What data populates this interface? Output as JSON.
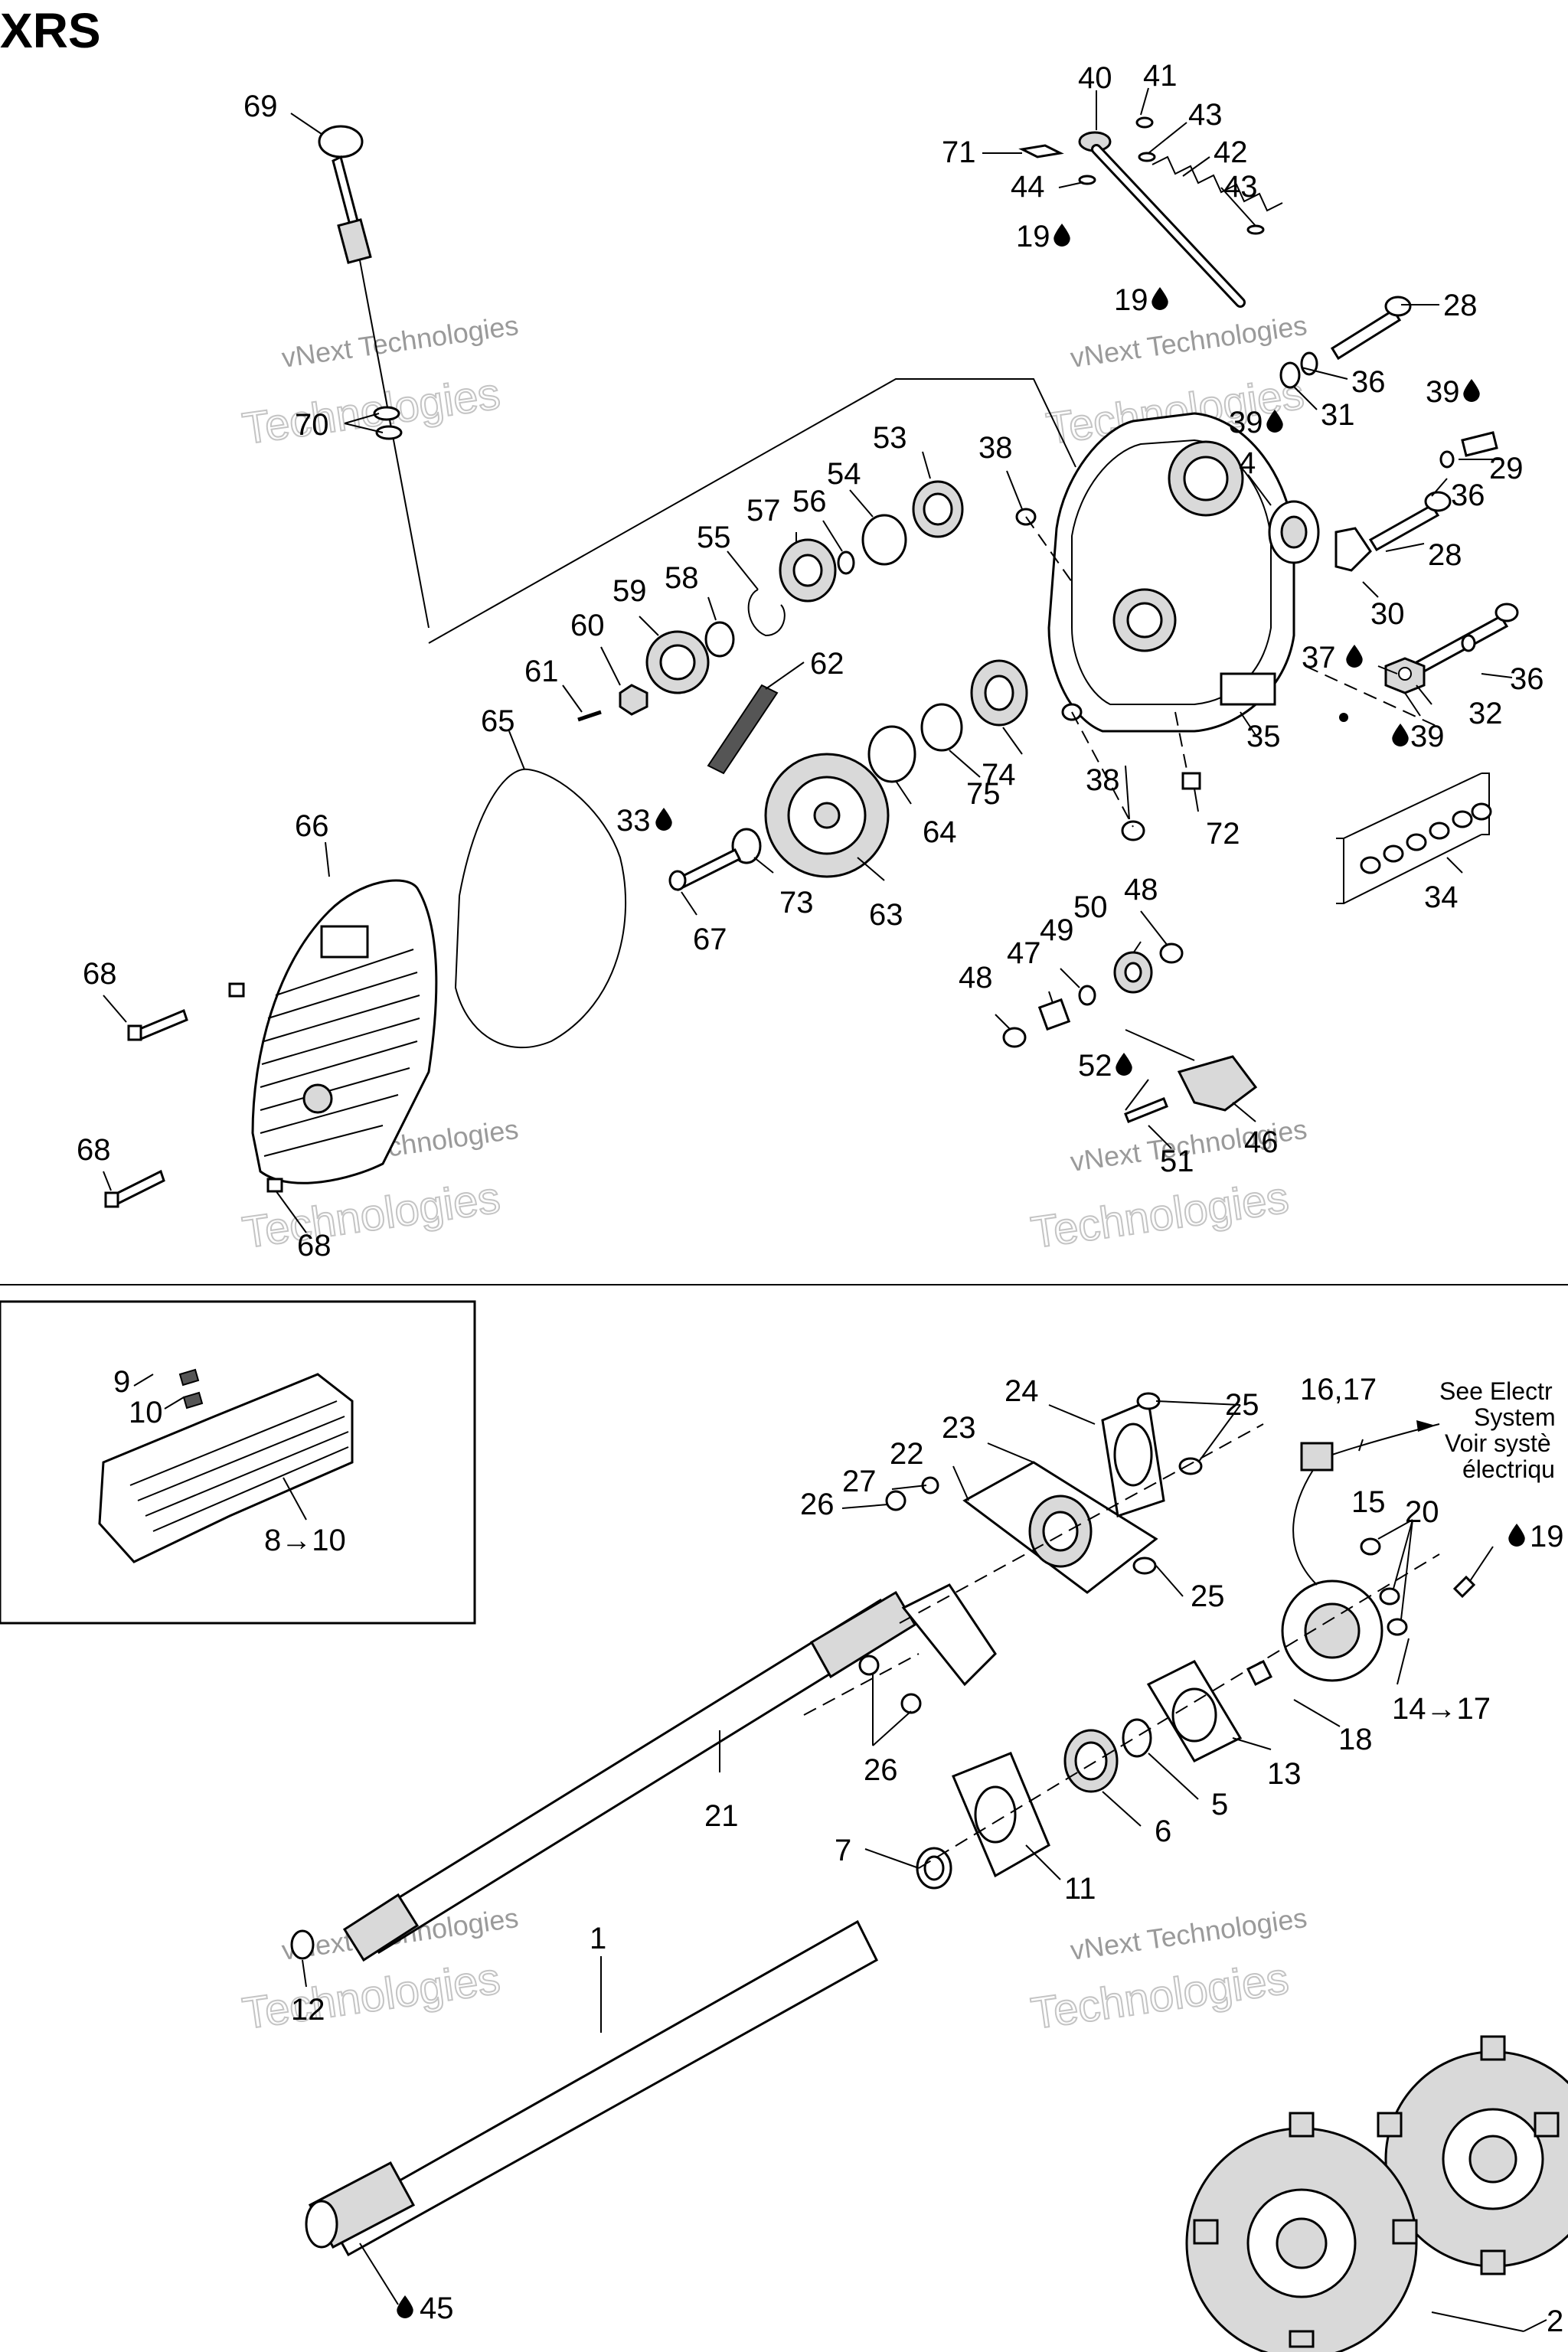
{
  "title": "XRS",
  "watermark": {
    "line1": "vNext Technologies",
    "line2": "Technologies"
  },
  "callouts": {
    "p69": "69",
    "p70": "70",
    "p40": "40",
    "p41": "41",
    "p43a": "43",
    "p42": "42",
    "p71": "71",
    "p44": "44",
    "p43b": "43",
    "p19a": "19",
    "p19b": "19",
    "p28a": "28",
    "p36a": "36",
    "p31": "31",
    "p39a": "39",
    "p39b": "39",
    "p29": "29",
    "p36b": "36",
    "p4": "4",
    "p28b": "28",
    "p30": "30",
    "p53": "53",
    "p38a": "38",
    "p54": "54",
    "p57": "57",
    "p56": "56",
    "p55": "55",
    "p59": "59",
    "p58": "58",
    "p60": "60",
    "p61": "61",
    "p62": "62",
    "p37": "37",
    "p36c": "36",
    "p32": "32",
    "p39c": "39",
    "p35": "35",
    "p65": "65",
    "p74": "74",
    "p75": "75",
    "p38b": "38",
    "p72": "72",
    "p33": "33",
    "p64": "64",
    "p73": "73",
    "p63": "63",
    "p34": "34",
    "p66": "66",
    "p67": "67",
    "p48a": "48",
    "p50": "50",
    "p49": "49",
    "p47": "47",
    "p48b": "48",
    "p68a": "68",
    "p52": "52",
    "p46": "46",
    "p51": "51",
    "p68b": "68",
    "p68c": "68",
    "p9": "9",
    "p10": "10",
    "p8_10": "8→10",
    "p24": "24",
    "p25a": "25",
    "p16_17": "16,17",
    "p23": "23",
    "p22": "22",
    "p27": "27",
    "p26a": "26",
    "p15": "15",
    "p20": "20",
    "p19c": "19",
    "p25b": "25",
    "p14_17": "14→17",
    "p18": "18",
    "p13": "13",
    "p26b": "26",
    "p5": "5",
    "p21": "21",
    "p6": "6",
    "p7": "7",
    "p11": "11",
    "p1": "1",
    "p12": "12",
    "p45": "45",
    "p2": "2"
  },
  "see_note": {
    "line1": "See Electr",
    "line2": "System",
    "line3": "Voir systè",
    "line4": "électriqu"
  },
  "icons": {
    "lubricant": "oil-drop-icon",
    "arrow": "arrow-right-icon"
  }
}
